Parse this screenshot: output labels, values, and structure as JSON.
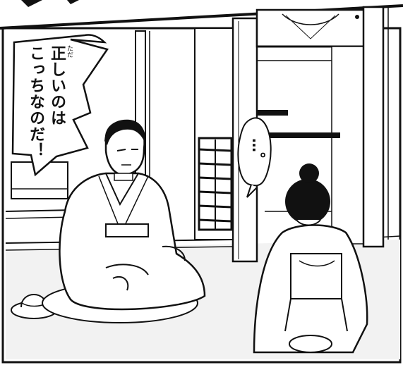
{
  "speech": {
    "furigana": "ただ",
    "line1": "正しいのは",
    "line2": "こっちなのだ！"
  },
  "thought": {
    "text": "…。"
  },
  "colors": {
    "ink": "#111111",
    "paper": "#ffffff",
    "floor_tone": "#f2f2f2"
  }
}
